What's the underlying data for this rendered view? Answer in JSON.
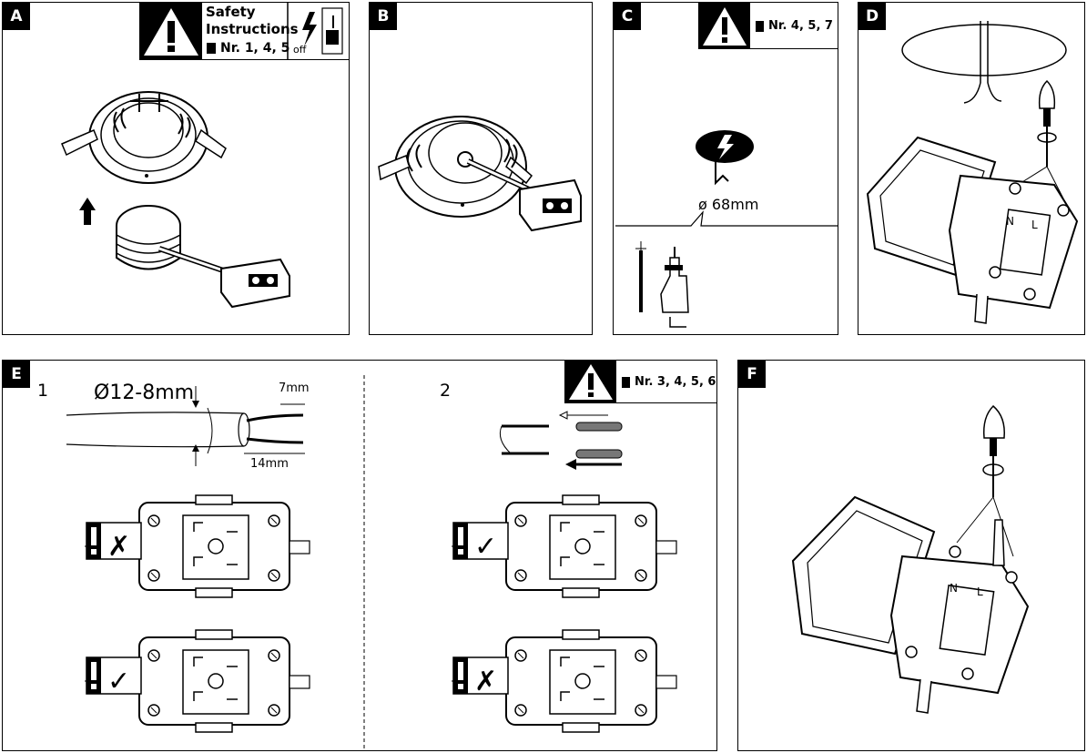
{
  "panels": {
    "a": {
      "tag": "A",
      "safety_line1": "Safety",
      "safety_line2": "Instructions",
      "ref": "Nr. 1, 4, 5",
      "off": "off"
    },
    "b": {
      "tag": "B"
    },
    "c": {
      "tag": "C",
      "ref": "Nr. 4, 5, 7",
      "diameter": "ø 68mm"
    },
    "d": {
      "tag": "D"
    },
    "e": {
      "tag": "E",
      "step1": "1",
      "step2": "2",
      "cable_diameter": "Ø12-8mm",
      "strip_short": "7mm",
      "strip_long": "14mm",
      "ref": "Nr. 3, 4, 5, 6"
    },
    "f": {
      "tag": "F"
    }
  },
  "terminal_letters": {
    "live": "L",
    "neutral": "N"
  },
  "marks": {
    "wrong": "✗",
    "right": "✓"
  }
}
